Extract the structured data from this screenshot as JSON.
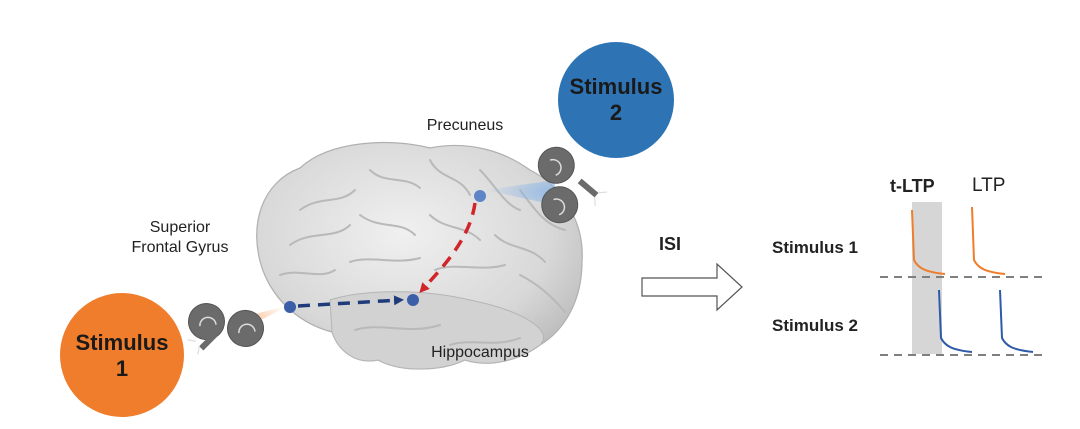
{
  "stimuli": {
    "s1": {
      "line1": "Stimulus",
      "line2": "1",
      "color": "#ef7d2c"
    },
    "s2": {
      "line1": "Stimulus",
      "line2": "2",
      "color": "#2e74b5"
    }
  },
  "regions": {
    "sfg_line1": "Superior",
    "sfg_line2": "Frontal Gyrus",
    "precuneus": "Precuneus",
    "hippocampus": "Hippocampus"
  },
  "arrow_label": "ISI",
  "traces": {
    "col_tltp": "t-LTP",
    "col_ltp": "LTP",
    "row1": "Stimulus 1",
    "row2": "Stimulus 2",
    "row1_color": "#ef7d2c",
    "row2_color": "#2e5aa8"
  },
  "colors": {
    "path_from_s1": "#1f3b7a",
    "path_from_s2": "#d0252a",
    "brain": "#d9d9d9",
    "shade": "#d6d6d6"
  },
  "icons": {
    "coil_1": "tms-coil-icon",
    "coil_2": "tms-coil-icon"
  }
}
